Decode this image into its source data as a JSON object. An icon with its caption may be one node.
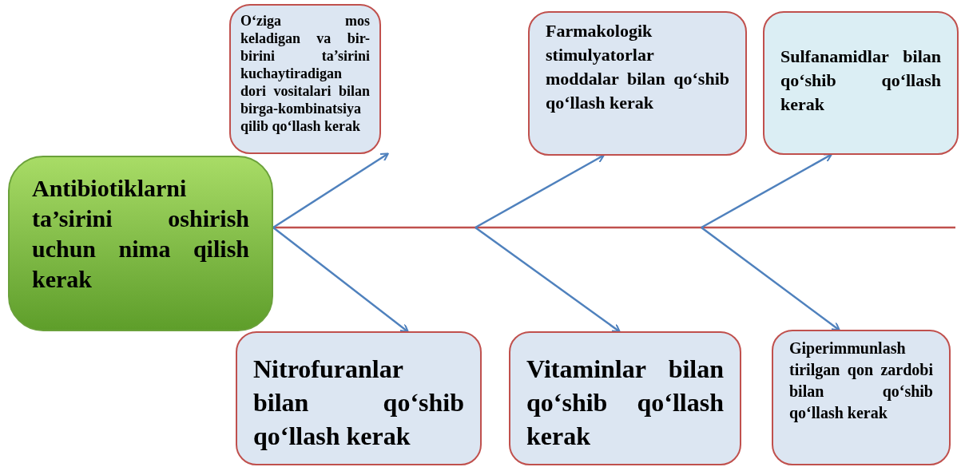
{
  "diagram": {
    "nodes": [
      {
        "text": [
          "Antibiotiklarni ta’sirini oshirish uchun nima qilish kerak"
        ]
      },
      {
        "text": [
          "O‘ziga mos keladigan va bir-birini ta’sirini kuchaytiradigan dori vositalari bilan birga-kombinatsiya qilib qo‘llash kerak"
        ]
      },
      {
        "text": [
          "Farmakologik stimulyatorlar moddalar bilan qo‘shib qo‘llash kerak"
        ]
      },
      {
        "text": [
          "Sulfanamidlar bilan qo‘shib qo‘llash kerak"
        ]
      },
      {
        "text": [
          "Nitrofuranlar bilan qo‘shib qo‘llash kerak"
        ]
      },
      {
        "text": [
          "Vitaminlar bilan qo‘shib qo‘llash kerak"
        ]
      },
      {
        "text": [
          "Giperimmunlash tirilgan qon zardobi bilan qo‘shib qo‘llash kerak"
        ]
      }
    ],
    "edges": [
      {
        "from": 0,
        "to": null,
        "arrow": "none",
        "color": "#c0504d"
      },
      {
        "from": 0,
        "to": 1,
        "arrow": "to"
      },
      {
        "from": null,
        "to": 2,
        "arrow": "to"
      },
      {
        "from": null,
        "to": 3,
        "arrow": "to"
      },
      {
        "from": 0,
        "to": 4,
        "arrow": "to"
      },
      {
        "from": null,
        "to": 5,
        "arrow": "to"
      },
      {
        "from": null,
        "to": 6,
        "arrow": "to"
      }
    ]
  }
}
